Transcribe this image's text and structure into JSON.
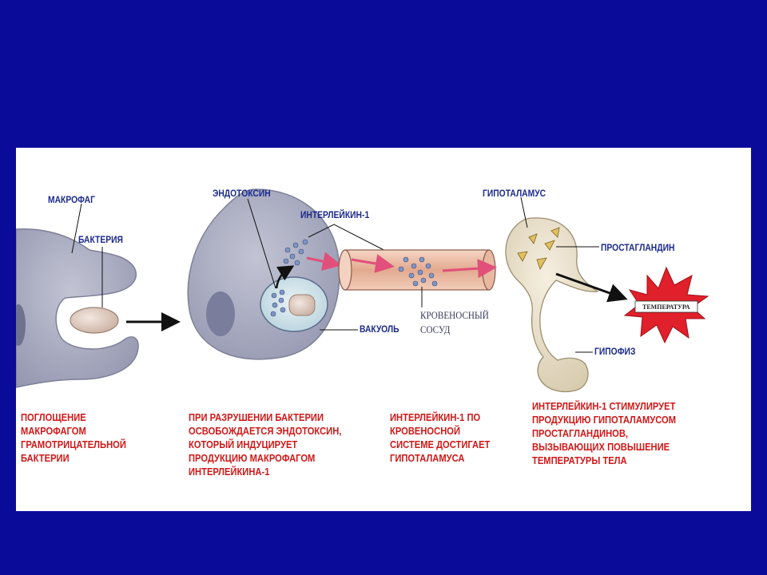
{
  "labels": {
    "macrophage": "МАКРОФАГ",
    "bacterium": "БАКТЕРИЯ",
    "endotoxin": "ЭНДОТОКСИН",
    "interleukin": "ИНТЕРЛЕЙКИН-1",
    "vacuole": "ВАКУОЛЬ",
    "vessel_line1": "КРОВЕНОСНЫЙ",
    "vessel_line2": "СОСУД",
    "hypothalamus": "ГИПОТАЛАМУС",
    "prostaglandin": "ПРОСТАГЛАНДИН",
    "pituitary": "ГИПОФИЗ",
    "temperature": "ТЕМПЕРАТУРА"
  },
  "captions": {
    "step1": "ПОГЛОЩЕНИЕ\nМАКРОФАГОМ\nГРАМОТРИЦАТЕЛЬНОЙ\nБАКТЕРИИ",
    "step2": "ПРИ РАЗРУШЕНИИ БАКТЕРИИ\nОСВОБОЖДАЕТСЯ ЭНДОТОКСИН,\nКОТОРЫЙ ИНДУЦИРУЕТ\nПРОДУКЦИЮ МАКРОФАГОМ\nИНТЕРЛЕЙКИНА-1",
    "step3": "ИНТЕРЛЕЙКИН-1 ПО\nКРОВЕНОСНОЙ\nСИСТЕМЕ ДОСТИГАЕТ\nГИПОТАЛАМУСА",
    "step4": "ИНТЕРЛЕЙКИН-1 СТИМУЛИРУЕТ\nПРОДУКЦИЮ ГИПОТАЛАМУСОМ\nПРОСТАГЛАНДИНОВ,\nВЫЗЫВАЮЩИХ ПОВЫШЕНИЕ\nТЕМПЕРАТУРЫ ТЕЛА"
  },
  "colors": {
    "background": "#0b0b9a",
    "cell": "#a9acc0",
    "caption": "#d01818",
    "label": "#1b2a8c",
    "vessel": "#e8b89a",
    "brain": "#e9dfc8",
    "burst": "#e0202a",
    "particle": "#7f95c4"
  }
}
